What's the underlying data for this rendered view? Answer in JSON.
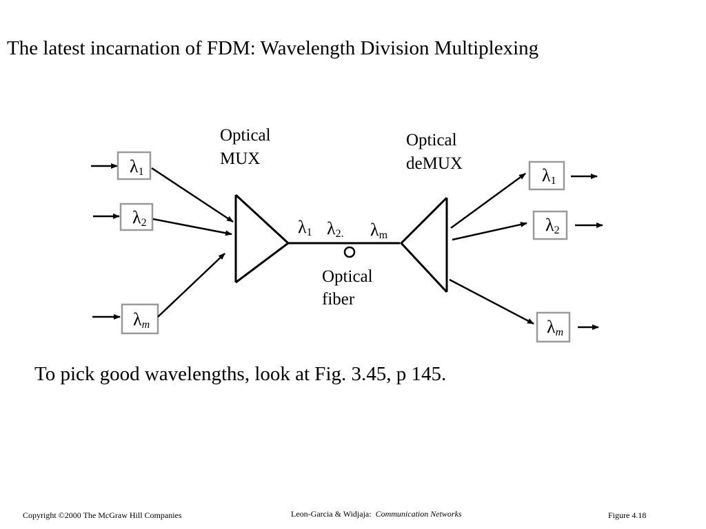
{
  "slide": {
    "title": "The latest incarnation of FDM: Wavelength Division Multiplexing",
    "note": "To pick good wavelengths, look at Fig. 3.45, p 145."
  },
  "diagram": {
    "mux_label": [
      "Optical",
      "MUX"
    ],
    "demux_label": [
      "Optical",
      "deMUX"
    ],
    "fiber_label": [
      "Optical",
      "fiber"
    ],
    "lambda_symbol": "λ",
    "inputs": [
      {
        "sub": "1",
        "sub_italic": false
      },
      {
        "sub": "2",
        "sub_italic": false
      },
      {
        "sub": "m",
        "sub_italic": true
      }
    ],
    "outputs": [
      {
        "sub": "1",
        "sub_italic": false
      },
      {
        "sub": "2",
        "sub_italic": false
      },
      {
        "sub": "m",
        "sub_italic": true
      }
    ],
    "fiber_wavelengths": [
      {
        "sub": "1"
      },
      {
        "sub": "2"
      },
      {
        "sub": "m"
      }
    ],
    "fiber_dot": ".",
    "stroke_color": "#000000",
    "box_border_color": "#999999"
  },
  "footer": {
    "copyright": "Copyright ©2000 The McGraw Hill Companies",
    "authors": "Leon-Garcia & Widjaja:",
    "book": "Communication Networks",
    "figure": "Figure 4.18"
  }
}
